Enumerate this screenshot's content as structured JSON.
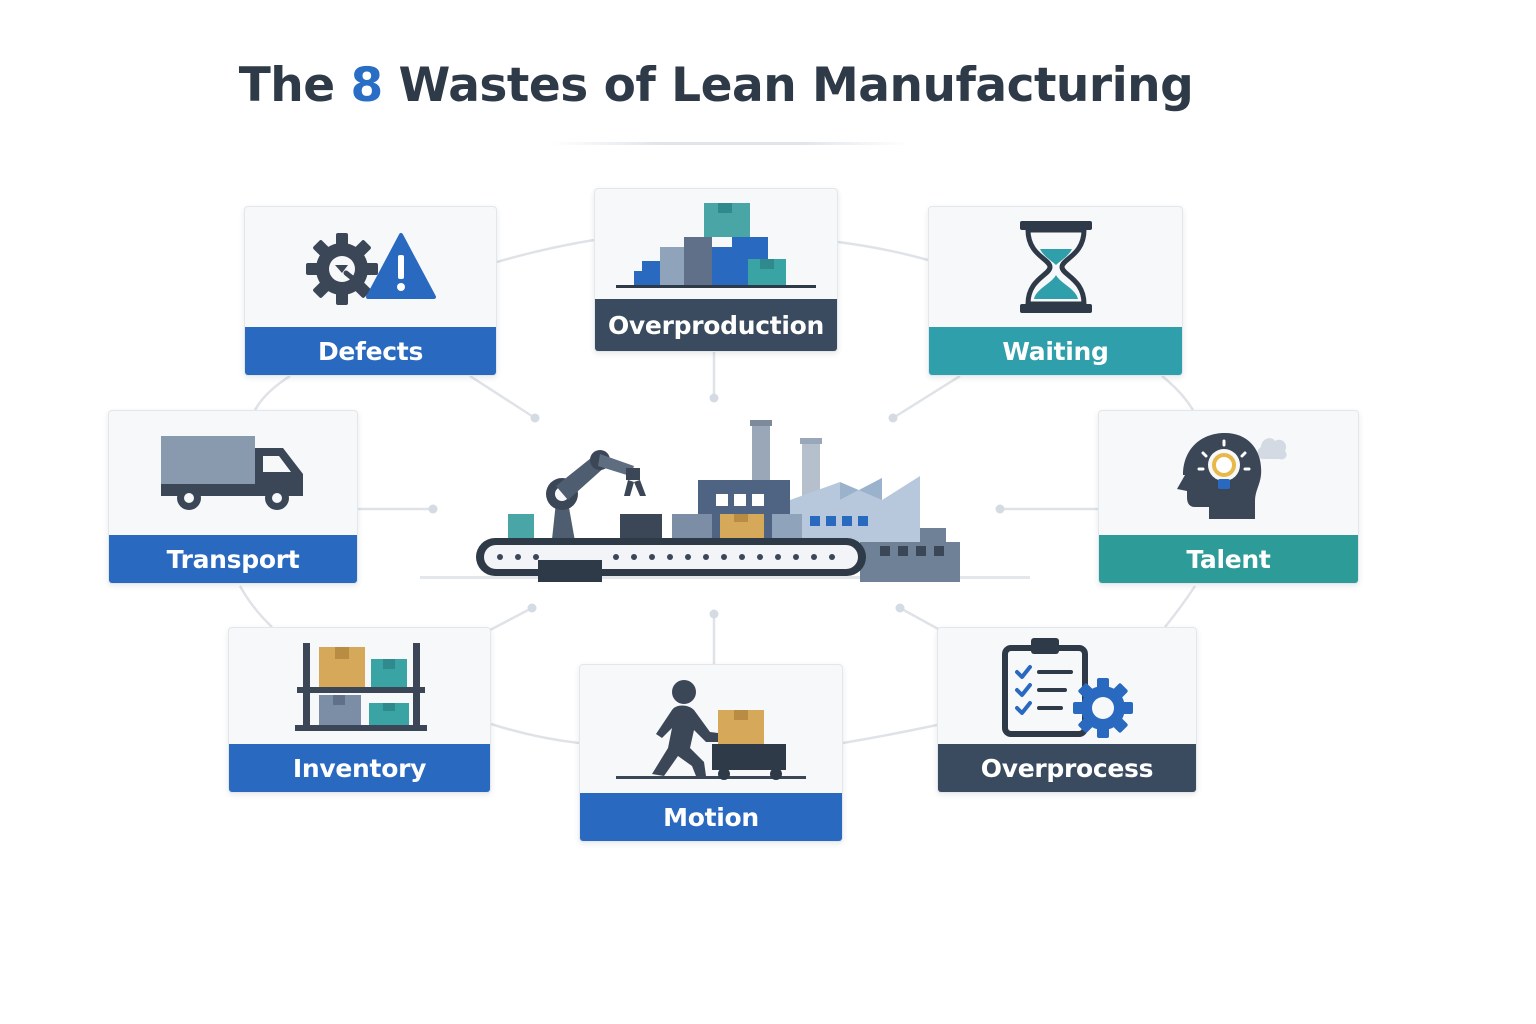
{
  "title": {
    "prefix": "The ",
    "number": "8",
    "suffix": " Wastes of Lean Manufacturing"
  },
  "colors": {
    "title": "#2e3a47",
    "accent": "#2a6dc4",
    "band_blue": "#2a69c0",
    "band_navy": "#3a4a5f",
    "band_teal": "#2e9fab",
    "band_green": "#2d9c98"
  },
  "wastes": [
    {
      "label": "Defects",
      "icon": "gear-warning-icon",
      "band_color": "blue"
    },
    {
      "label": "Overproduction",
      "icon": "stacked-boxes-icon",
      "band_color": "navy"
    },
    {
      "label": "Waiting",
      "icon": "hourglass-icon",
      "band_color": "teal"
    },
    {
      "label": "Transport",
      "icon": "truck-icon",
      "band_color": "blue"
    },
    {
      "label": "Talent",
      "icon": "head-lightbulb-icon",
      "band_color": "green"
    },
    {
      "label": "Inventory",
      "icon": "shelf-boxes-icon",
      "band_color": "blue"
    },
    {
      "label": "Motion",
      "icon": "worker-cart-icon",
      "band_color": "blue"
    },
    {
      "label": "Overprocess",
      "icon": "clipboard-gear-icon",
      "band_color": "navy"
    }
  ],
  "center": {
    "icon": "factory-assembly-line-icon"
  }
}
